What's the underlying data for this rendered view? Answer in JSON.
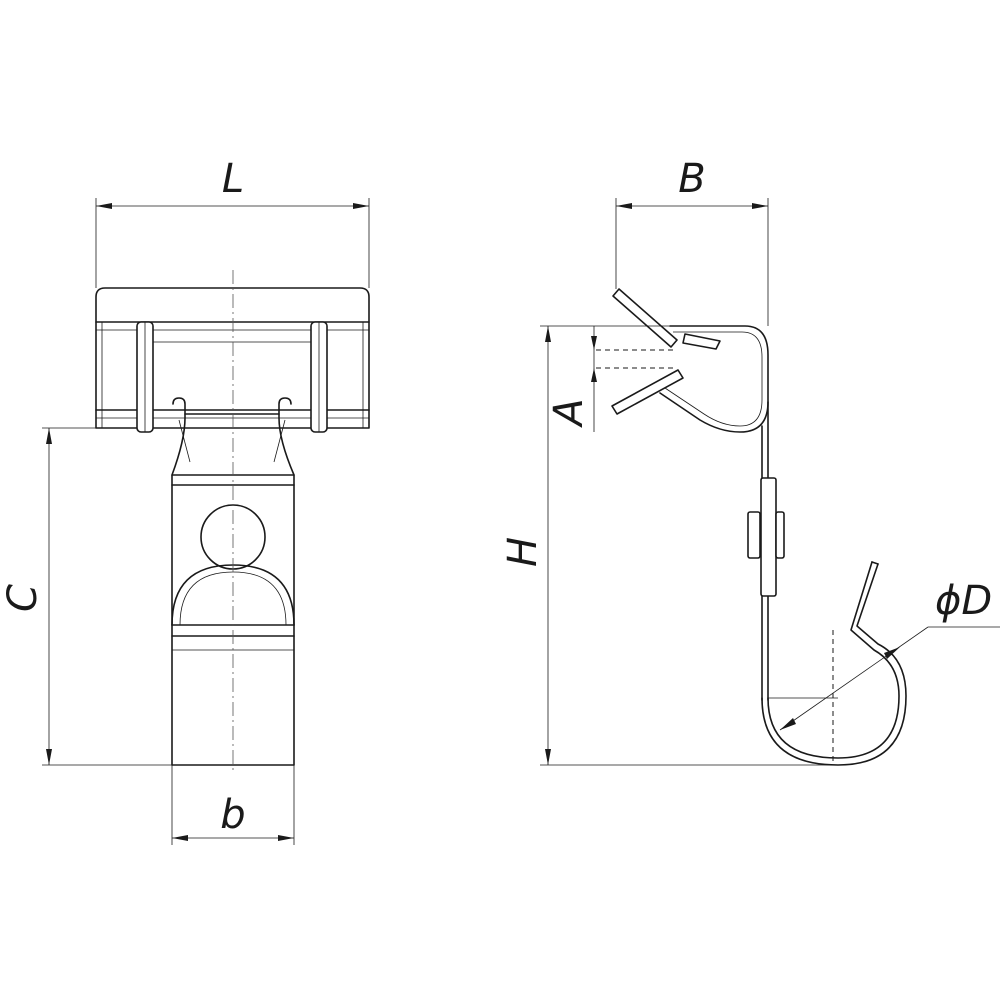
{
  "dimensions": {
    "length": "L",
    "width_b": "b",
    "height_c": "C",
    "width_B": "B",
    "opening_A": "A",
    "height_H": "H",
    "diameter_D": "ϕD"
  }
}
